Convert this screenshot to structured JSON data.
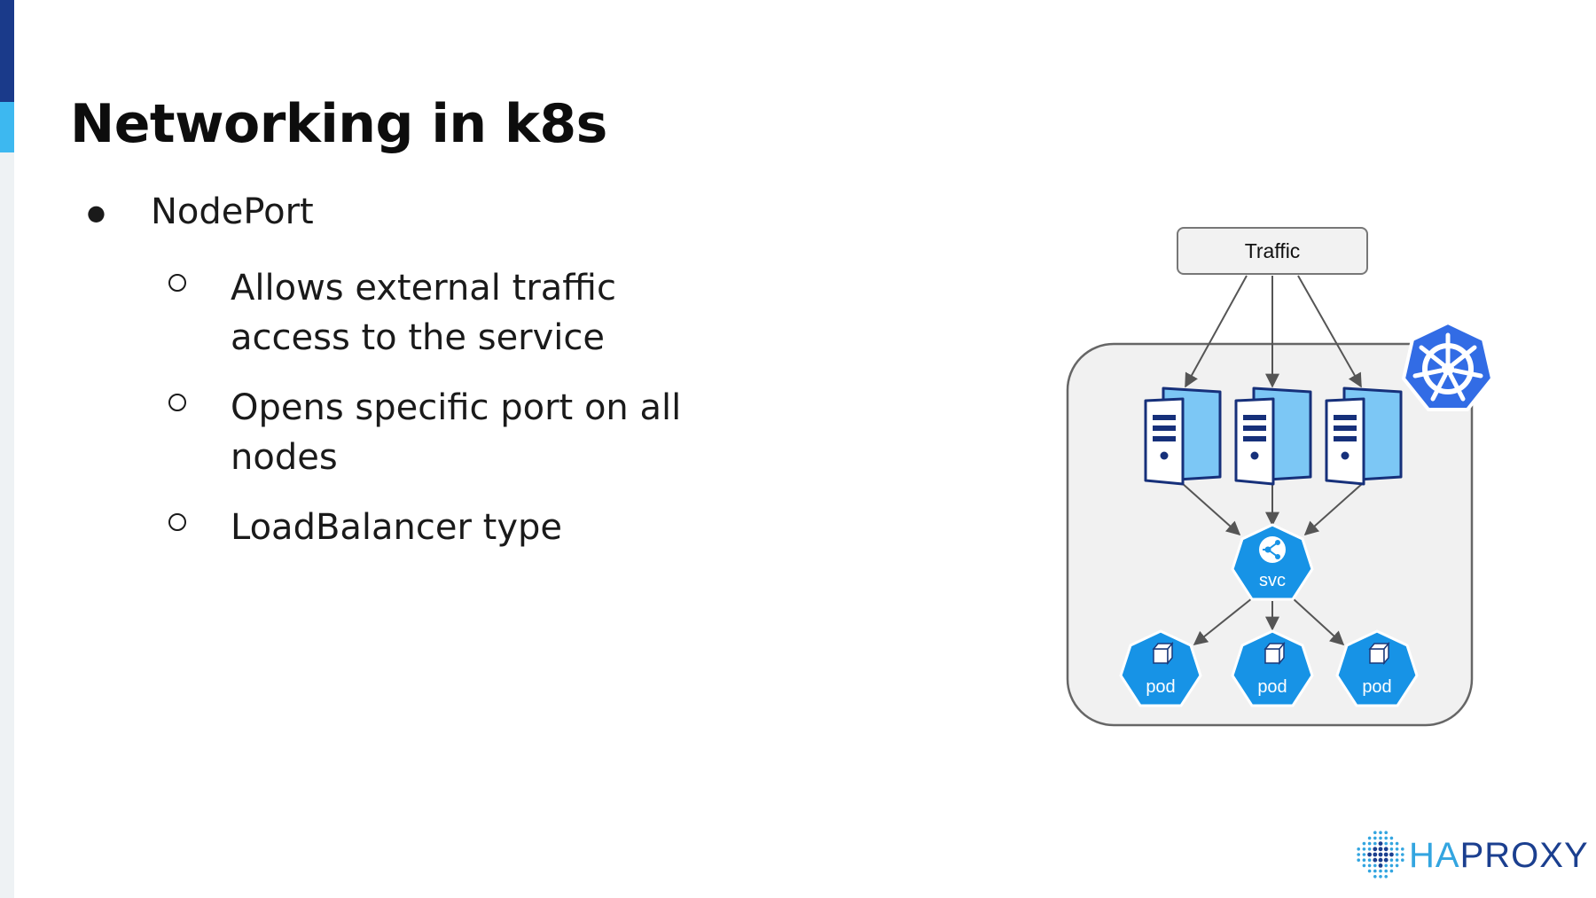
{
  "slide": {
    "title": "Networking in k8s",
    "bullet": {
      "label": "NodePort",
      "sub_items": [
        "Allows external traffic access to the service",
        "Opens specific port on all nodes",
        "LoadBalancer type"
      ]
    }
  },
  "diagram": {
    "traffic_label": "Traffic",
    "service_label": "svc",
    "pod_labels": [
      "pod",
      "pod",
      "pod"
    ]
  },
  "logo": {
    "text_part1": "HA",
    "text_part2": "PROXY"
  },
  "colors": {
    "accent_dark": "#1a3a8a",
    "accent_light": "#3db8f0",
    "k8s_blue": "#326ce5",
    "hex_blue": "#1793e6",
    "server_light": "#7cc7f5",
    "server_dark": "#16307a"
  }
}
